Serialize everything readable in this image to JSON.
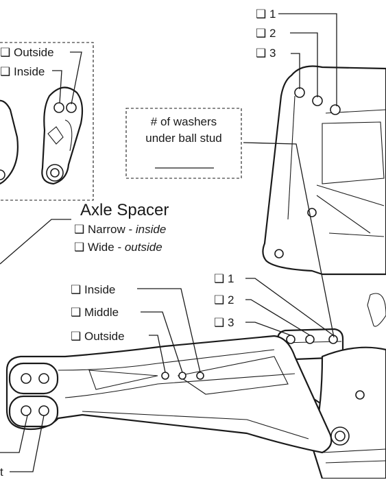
{
  "checkbox_glyph": "❑",
  "camber_link_top": {
    "options": [
      "1",
      "2",
      "3"
    ]
  },
  "camber_link_bottom": {
    "options": [
      "1",
      "2",
      "3"
    ]
  },
  "link_position": {
    "options": [
      "Outside",
      "Inside"
    ]
  },
  "washers": {
    "line1": "# of washers",
    "line2": "under ball stud"
  },
  "axle_spacer": {
    "title": "Axle Spacer",
    "narrow_label": "Narrow - ",
    "narrow_value": "inside",
    "wide_label": "Wide - ",
    "wide_value": "outside"
  },
  "arm_position": {
    "options": [
      "Inside",
      "Middle",
      "Outside"
    ]
  },
  "cut_off_label": "t"
}
